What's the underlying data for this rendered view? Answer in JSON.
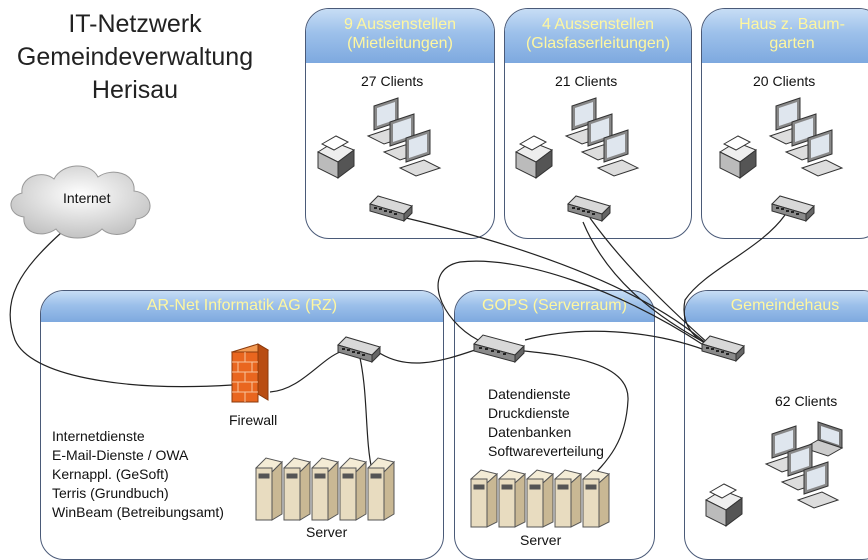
{
  "title": [
    "IT-Netzwerk",
    "Gemeindeverwaltung",
    "Herisau"
  ],
  "internet_label": "Internet",
  "sites": {
    "aussen9": {
      "header": [
        "9 Aussenstellen",
        "(Mietleitungen)"
      ],
      "clients": "27 Clients"
    },
    "aussen4": {
      "header": [
        "4 Aussenstellen",
        "(Glasfaserleitungen)"
      ],
      "clients": "21 Clients"
    },
    "haus": {
      "header": [
        "Haus z. Baum-",
        "garten"
      ],
      "clients": "20 Clients"
    },
    "rz": {
      "header": "AR-Net Informatik AG (RZ)",
      "firewall": "Firewall",
      "services": [
        "Internetdienste",
        "E-Mail-Dienste / OWA",
        "Kernappl. (GeSoft)",
        "Terris (Grundbuch)",
        "WinBeam (Betreibungsamt)"
      ],
      "server": "Server"
    },
    "gops": {
      "header": "GOPS (Serverraum)",
      "services": [
        "Datendienste",
        "Druckdienste",
        "Datenbanken",
        "Softwareverteilung"
      ],
      "server": "Server"
    },
    "gemeindehaus": {
      "header": "Gemeindehaus",
      "clients": "62 Clients"
    }
  },
  "colors": {
    "header_text": "#fff7a0",
    "header_fill": "#8fb5e6",
    "border": "#4a5a78",
    "firewall": "#e9661f"
  },
  "icons": [
    "cloud-icon",
    "firewall-icon",
    "switch-icon",
    "printer-icon",
    "monitor-icon",
    "laptop-icon",
    "server-icon"
  ]
}
